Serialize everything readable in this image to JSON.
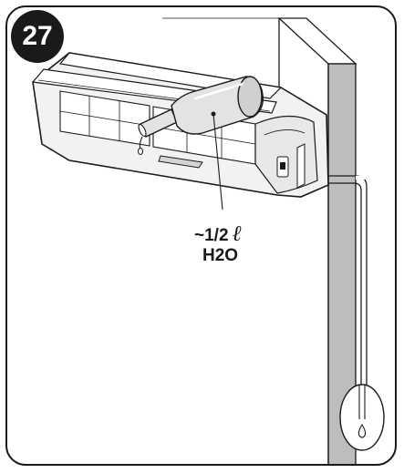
{
  "step": {
    "number": "27"
  },
  "annotation": {
    "volume": "~1/2",
    "volume_unit": "ℓ",
    "substance": "H2O"
  },
  "icons": [
    "water-bottle-icon",
    "air-conditioner-unit",
    "wall",
    "drain-pipe",
    "water-drop-icon"
  ],
  "colors": {
    "line": "#1a1a1a",
    "wall_fill": "#bdbdbd",
    "unit_fill": "#f2f2f2",
    "bottle_fill": "#e3e3e3",
    "badge": "#1a1a1a"
  }
}
